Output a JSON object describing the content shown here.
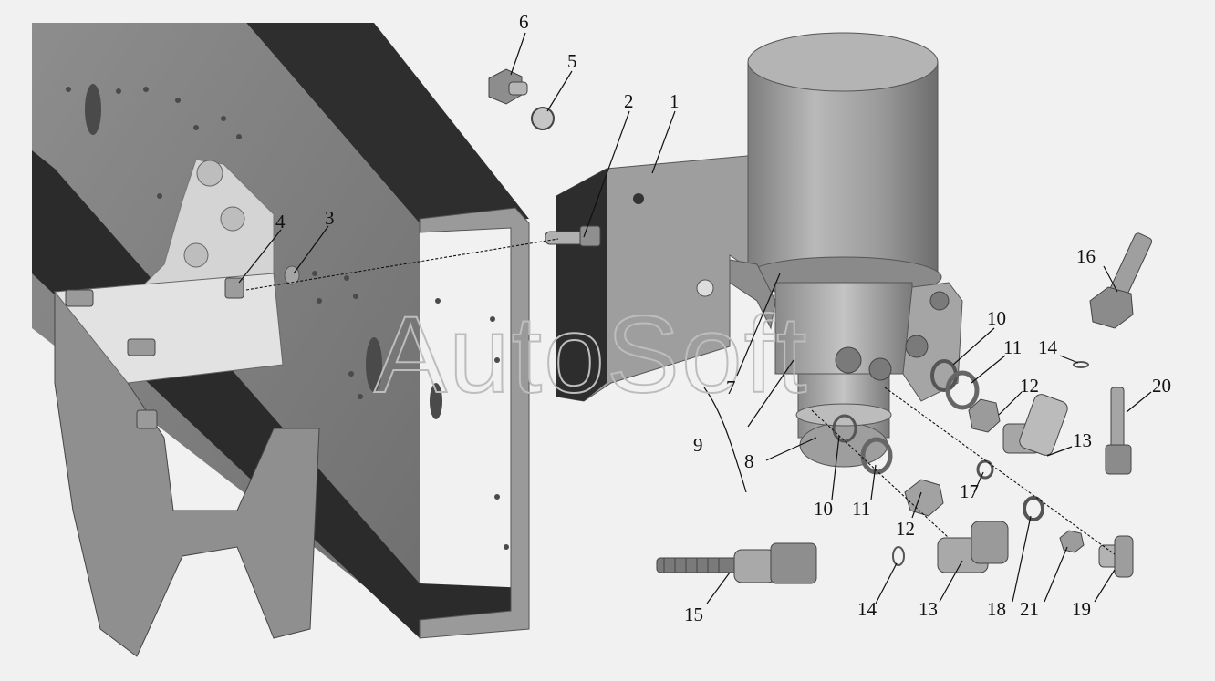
{
  "watermark": "AutoSoft",
  "callouts": [
    {
      "id": "c1",
      "label": "1"
    },
    {
      "id": "c2",
      "label": "2"
    },
    {
      "id": "c3",
      "label": "3"
    },
    {
      "id": "c4",
      "label": "4"
    },
    {
      "id": "c5",
      "label": "5"
    },
    {
      "id": "c6",
      "label": "6"
    },
    {
      "id": "c7",
      "label": "7"
    },
    {
      "id": "c8",
      "label": "8"
    },
    {
      "id": "c9",
      "label": "9"
    },
    {
      "id": "c10a",
      "label": "10"
    },
    {
      "id": "c10b",
      "label": "10"
    },
    {
      "id": "c11a",
      "label": "11"
    },
    {
      "id": "c11b",
      "label": "11"
    },
    {
      "id": "c12a",
      "label": "12"
    },
    {
      "id": "c12b",
      "label": "12"
    },
    {
      "id": "c13a",
      "label": "13"
    },
    {
      "id": "c13b",
      "label": "13"
    },
    {
      "id": "c14a",
      "label": "14"
    },
    {
      "id": "c14b",
      "label": "14"
    },
    {
      "id": "c15",
      "label": "15"
    },
    {
      "id": "c16",
      "label": "16"
    },
    {
      "id": "c17",
      "label": "17"
    },
    {
      "id": "c18",
      "label": "18"
    },
    {
      "id": "c19",
      "label": "19"
    },
    {
      "id": "c20",
      "label": "20"
    },
    {
      "id": "c21",
      "label": "21"
    }
  ]
}
